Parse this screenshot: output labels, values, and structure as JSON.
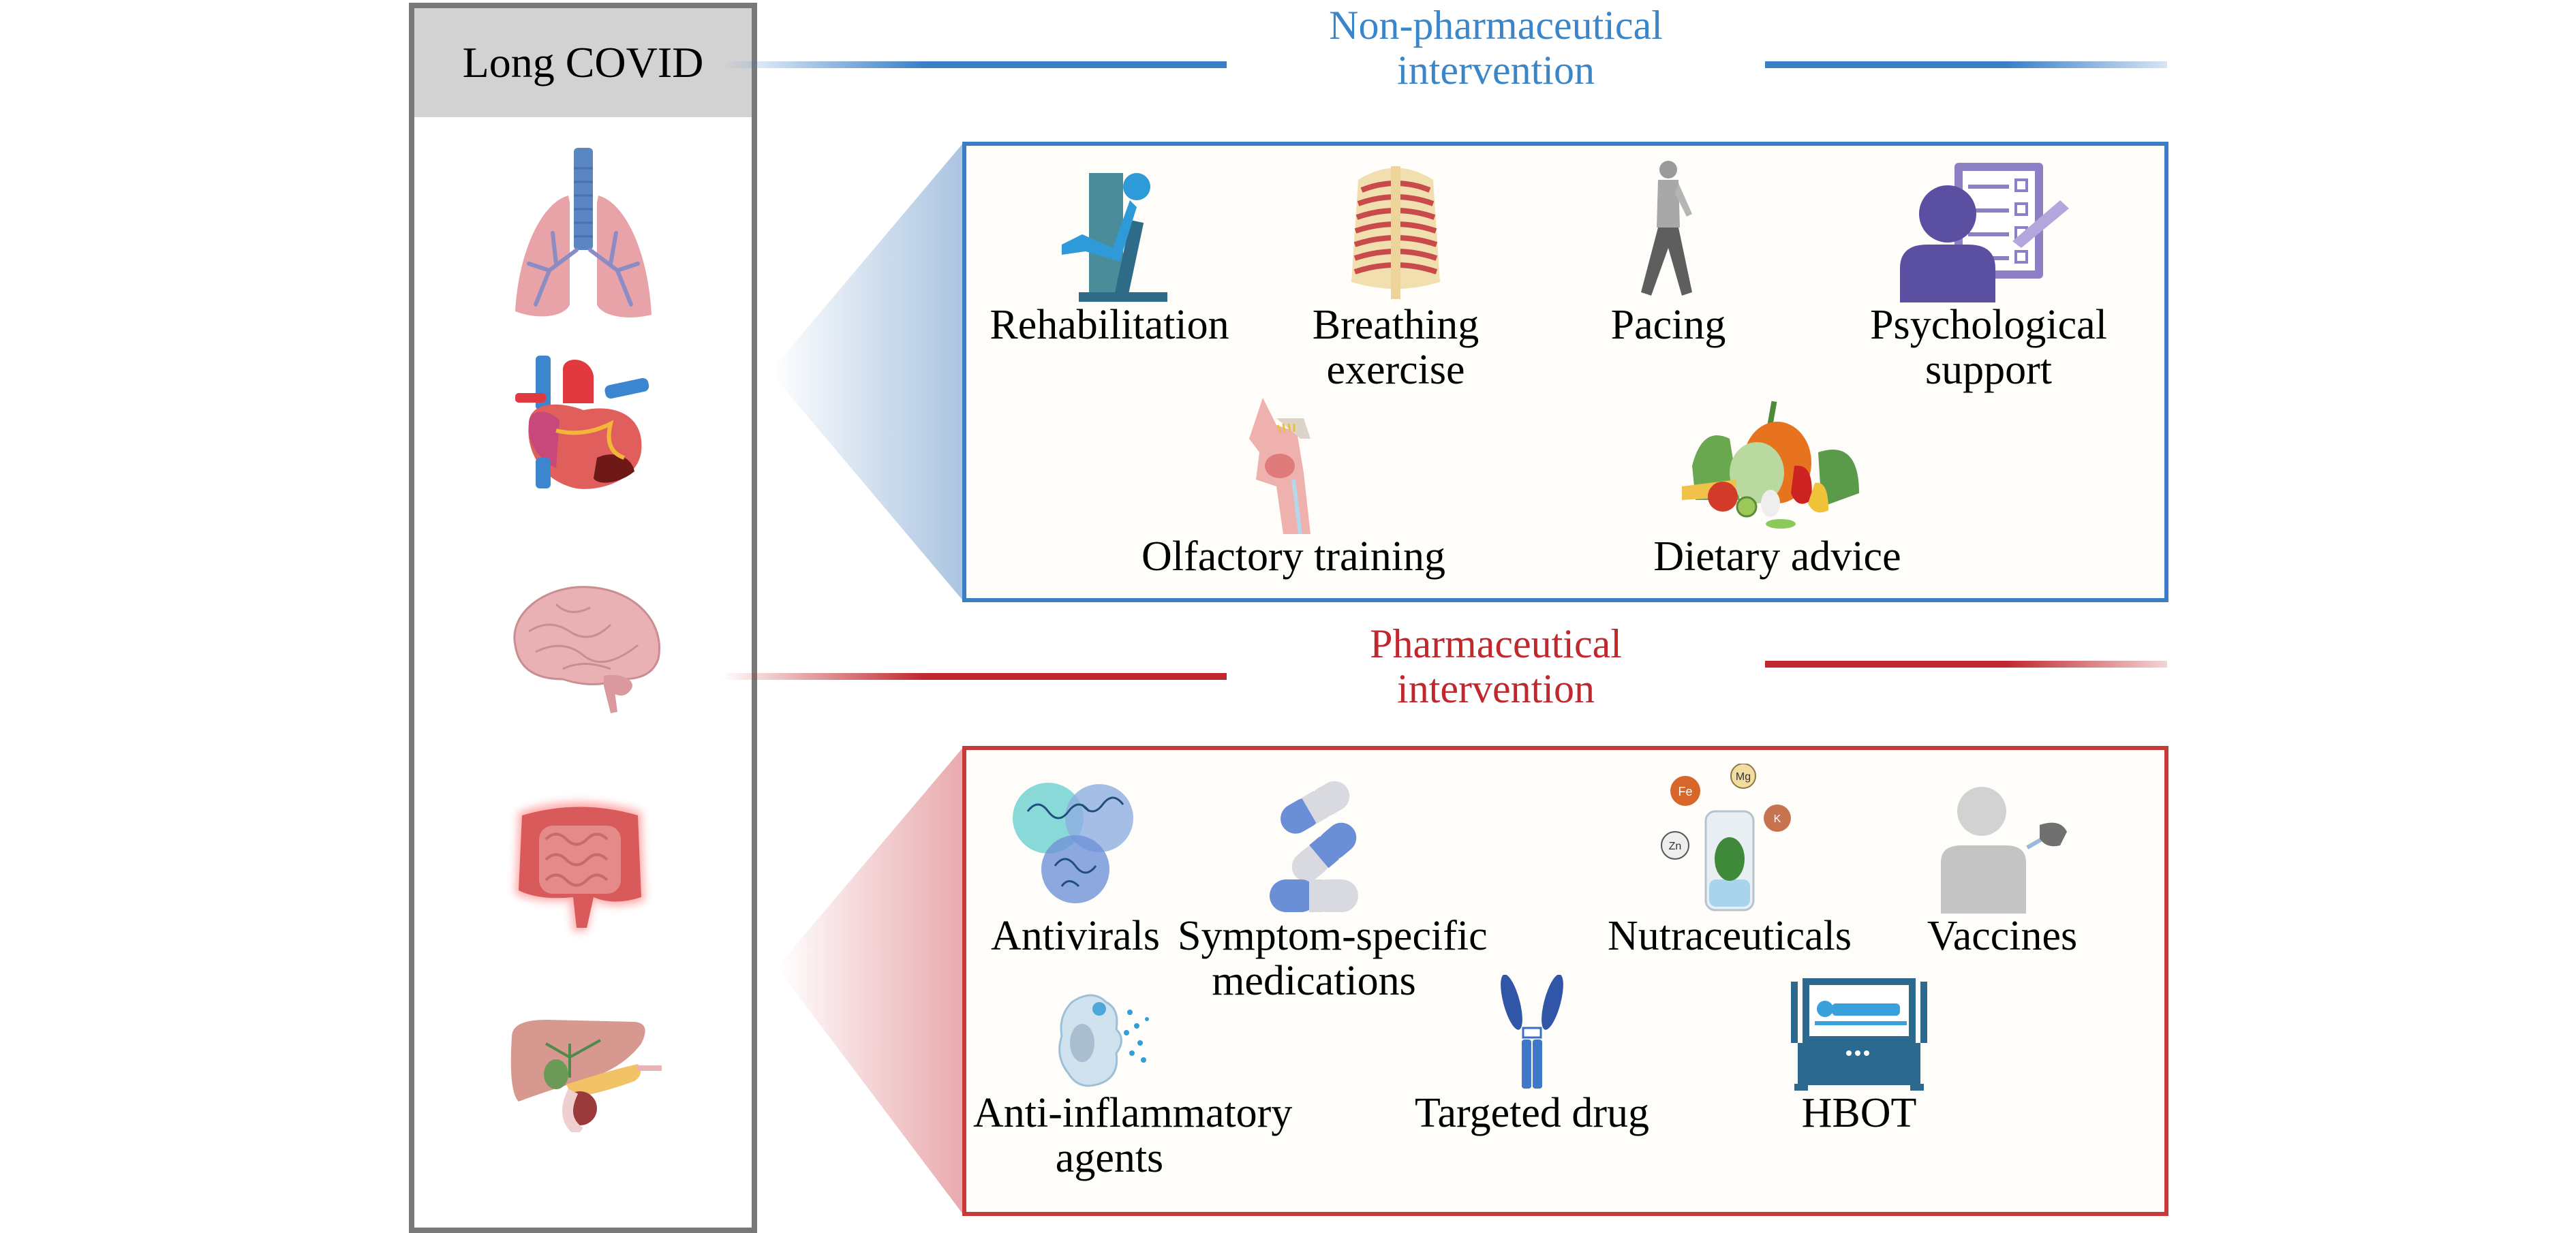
{
  "left_column": {
    "title": "Long COVID",
    "organs": [
      {
        "name": "lungs",
        "icon": "lungs-icon"
      },
      {
        "name": "heart",
        "icon": "heart-icon"
      },
      {
        "name": "brain",
        "icon": "brain-icon"
      },
      {
        "name": "intestines",
        "icon": "intestines-icon"
      },
      {
        "name": "liver-pancreas",
        "icon": "liver-icon"
      }
    ]
  },
  "non_pharmaceutical": {
    "title_line1": "Non-pharmaceutical",
    "title_line2": "intervention",
    "color": "#3a86c8",
    "items": [
      {
        "label": "Rehabilitation",
        "label2": "",
        "icon": "rehabilitation-machine-icon"
      },
      {
        "label": "Breathing",
        "label2": "exercise",
        "icon": "ribcage-icon"
      },
      {
        "label": "Pacing",
        "label2": "",
        "icon": "walking-person-icon"
      },
      {
        "label": "Psychological",
        "label2": "support",
        "icon": "questionnaire-person-icon"
      },
      {
        "label": "Olfactory training",
        "label2": "",
        "icon": "nasal-cavity-icon"
      },
      {
        "label": "Dietary advice",
        "label2": "",
        "icon": "vegetables-icon"
      }
    ]
  },
  "pharmaceutical": {
    "title_line1": "Pharmaceutical",
    "title_line2": "intervention",
    "color": "#c0282d",
    "items": [
      {
        "label": "Antivirals",
        "label2": "",
        "icon": "protein-structure-icon"
      },
      {
        "label": "Symptom-specific",
        "label2": "medications",
        "icon": "capsules-icon"
      },
      {
        "label": "Nutraceuticals",
        "label2": "",
        "icon": "supplement-jar-icon",
        "minerals": [
          "Fe",
          "Mg",
          "Zn",
          "K"
        ]
      },
      {
        "label": "Vaccines",
        "label2": "",
        "icon": "vaccination-icon"
      },
      {
        "label": "Anti-inflammatory",
        "label2": "agents",
        "icon": "macrophage-icon"
      },
      {
        "label": "Targeted drug",
        "label2": "",
        "icon": "antibody-icon"
      },
      {
        "label": "HBOT",
        "label2": "",
        "icon": "hyperbaric-chamber-icon"
      }
    ]
  }
}
